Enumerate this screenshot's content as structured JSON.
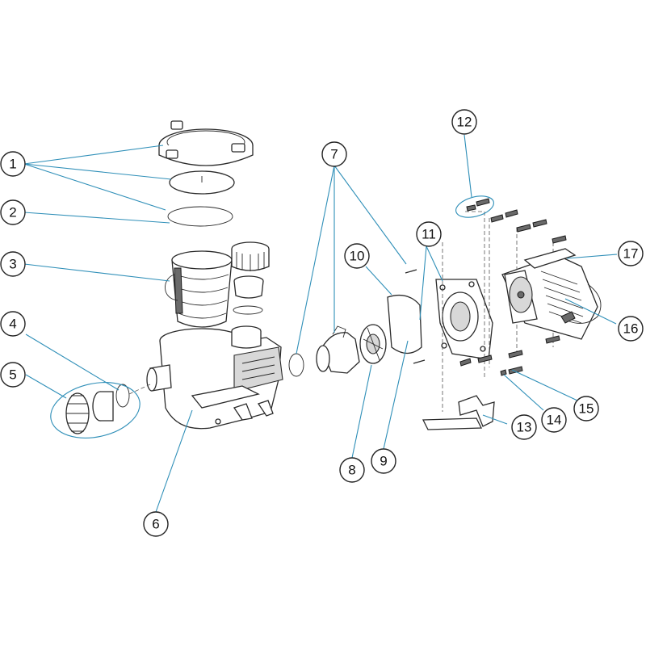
{
  "callouts": [
    {
      "id": "1",
      "label": "1"
    },
    {
      "id": "2",
      "label": "2"
    },
    {
      "id": "3",
      "label": "3"
    },
    {
      "id": "4",
      "label": "4"
    },
    {
      "id": "5",
      "label": "5"
    },
    {
      "id": "6",
      "label": "6"
    },
    {
      "id": "7",
      "label": "7"
    },
    {
      "id": "8",
      "label": "8"
    },
    {
      "id": "9",
      "label": "9"
    },
    {
      "id": "10",
      "label": "10"
    },
    {
      "id": "11",
      "label": "11"
    },
    {
      "id": "12",
      "label": "12"
    },
    {
      "id": "13",
      "label": "13"
    },
    {
      "id": "14",
      "label": "14"
    },
    {
      "id": "15",
      "label": "15"
    },
    {
      "id": "16",
      "label": "16"
    },
    {
      "id": "17",
      "label": "17"
    }
  ],
  "colors": {
    "leader": "#2f8fb8",
    "line": "#2a2a2a"
  }
}
